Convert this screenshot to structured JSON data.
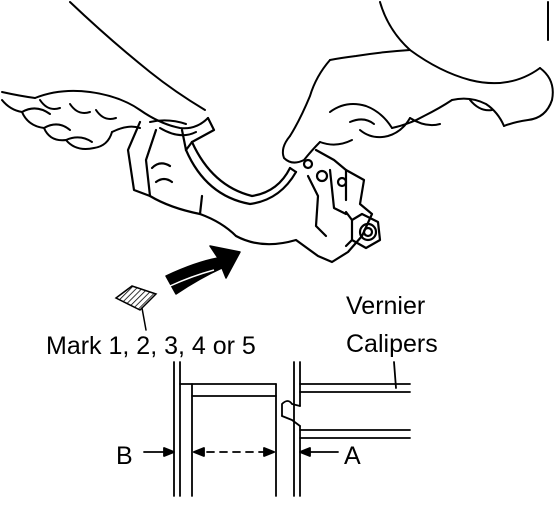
{
  "labels": {
    "mark": "Mark 1, 2, 3, 4 or 5",
    "vernier_line1": "Vernier",
    "vernier_line2": "Calipers",
    "dim_a": "A",
    "dim_b": "B"
  },
  "colors": {
    "ink": "#000000",
    "paper": "#ffffff"
  }
}
